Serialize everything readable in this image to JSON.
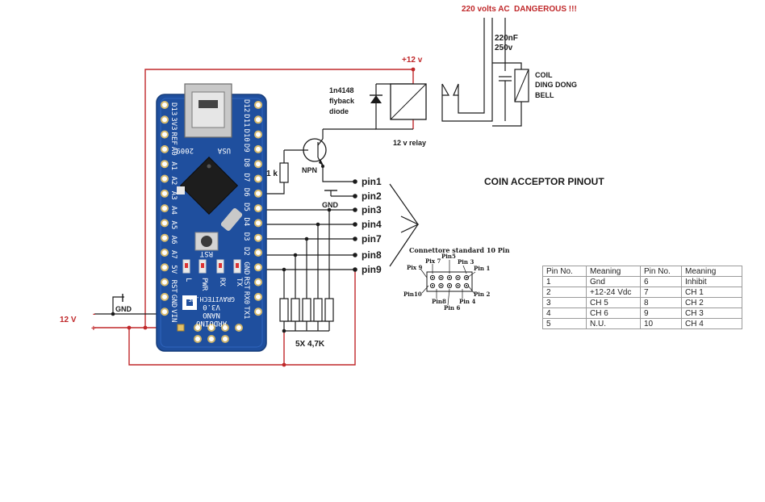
{
  "labels": {
    "mains_voltage": "220 volts AC",
    "mains_warning": "DANGEROUS !!!",
    "capacitor_value": "220nF",
    "capacitor_voltage": "250v",
    "coil_line1": "COIL",
    "coil_line2": "DING DONG",
    "coil_line3": "BELL",
    "supply_top": "+12 v",
    "diode_line1": "1n4148",
    "diode_line2": "flyback",
    "diode_line3": "diode",
    "relay_label": "12 v relay",
    "resistor_base": "1 k",
    "transistor_label": "NPN",
    "gnd_top": "GND",
    "gnd_left": "GND",
    "supply_left": "12 V",
    "supply_minus": "-",
    "supply_plus": "+",
    "pullups": "5X 4,7K",
    "pinout_title": "COIN ACCEPTOR PINOUT",
    "connector_title": "Connettore standard 10 Pin"
  },
  "pins": [
    "pin1",
    "pin2",
    "pin3",
    "pin4",
    "pin7",
    "pin8",
    "pin9"
  ],
  "connector_pins": {
    "pin1": "Pin 1",
    "pin2": "Pin 2",
    "pin3": "Pin 3",
    "pin4": "Pin 4",
    "pin5": "Pin5",
    "pin6": "Pin 6",
    "pin7": "Pix 7",
    "pin8": "Pin8",
    "pin9": "Pix 9",
    "pin10": "Pin10"
  },
  "board": {
    "model_line1": "ARDUINO",
    "model_line2": "NANO",
    "model_line3": "V3.0",
    "vendor": "GRAVITECH.US",
    "year": "2009",
    "usa": "USA",
    "rst": "RST",
    "left_pins": [
      "D13",
      "3V3",
      "REF",
      "A0",
      "A1",
      "A2",
      "A3",
      "A4",
      "A5",
      "A6",
      "A7",
      "5V",
      "RST",
      "GND",
      "VIN"
    ],
    "right_pins": [
      "D12",
      "D11",
      "D10",
      "D9",
      "D8",
      "D7",
      "D6",
      "D5",
      "D4",
      "D3",
      "D2",
      "GND",
      "RST",
      "RX0",
      "TX1"
    ],
    "leds": [
      "L",
      "PWR",
      "RX",
      "TX"
    ]
  },
  "pinout_table": {
    "headers": [
      "Pin No.",
      "Meaning",
      "Pin No.",
      "Meaning"
    ],
    "rows": [
      [
        "1",
        "Gnd",
        "6",
        "Inhibit"
      ],
      [
        "2",
        "+12-24 Vdc",
        "7",
        "CH 1"
      ],
      [
        "3",
        "CH 5",
        "8",
        "CH 2"
      ],
      [
        "4",
        "CH 6",
        "9",
        "CH 3"
      ],
      [
        "5",
        "N.U.",
        "10",
        "CH 4"
      ]
    ]
  },
  "colors": {
    "wire_red": "#c0282a",
    "wire_dark": "#1a1a1a",
    "pcb_blue": "#1f4f9e",
    "label_red": "#c0282a"
  }
}
